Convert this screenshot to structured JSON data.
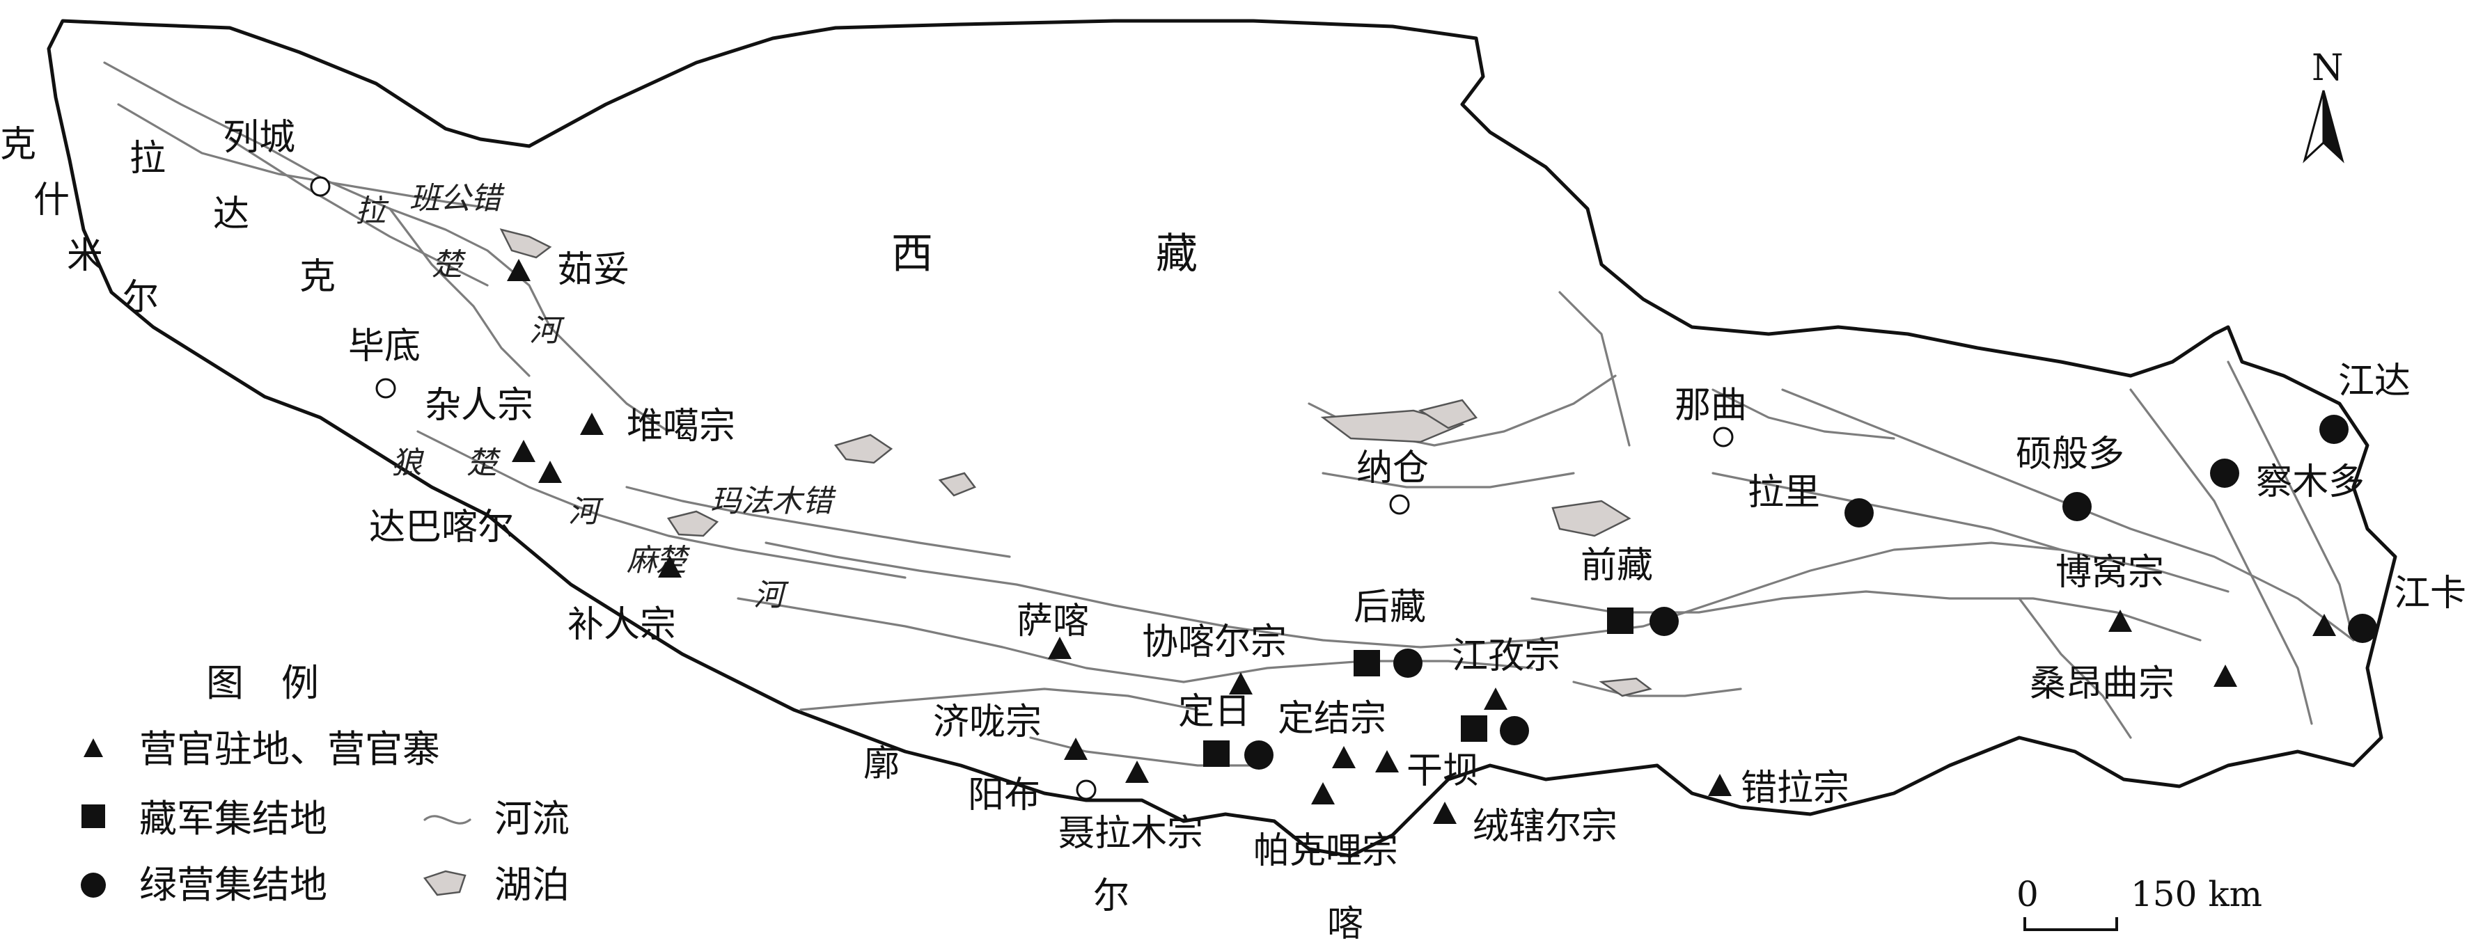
{
  "region_labels": {
    "xizang_1": "西",
    "xizang_2": "藏",
    "kashmir": [
      "克",
      "什",
      "米",
      "尔"
    ],
    "ladakh": [
      "拉",
      "达",
      "克"
    ],
    "nepal": [
      "廓",
      "尔",
      "喀"
    ]
  },
  "towns": {
    "liecheng": "列城",
    "bidi": "毕底",
    "yangbu": "阳布",
    "naqu": "那曲",
    "nacang": "纳仓"
  },
  "rivers": {
    "la": "拉",
    "chu1": "楚",
    "he1": "河",
    "lang": "狼",
    "chu2": "楚",
    "he2": "河",
    "ma": "麻",
    "chu3": "楚",
    "he3": "河"
  },
  "lakes": {
    "bangong": "班公错",
    "mafamu": "玛法木错"
  },
  "camps": {
    "rutuo": "茹妥",
    "duigazong": "堆噶宗",
    "zarenzong": "杂人宗",
    "dabakaer": "达巴喀尔",
    "burenzong": "补人宗",
    "sajia": "萨喀",
    "jilongzong": "济咙宗",
    "nielamuzong": "聂拉木宗",
    "dingri": "定日",
    "xiekaerzong": "协喀尔宗",
    "houzang": "后藏",
    "dingjiezong": "定结宗",
    "pakelizong": "帕克哩宗",
    "ganba": "干坝",
    "jiangzizong": "江孜宗",
    "rongxiaerzong": "绒辖尔宗",
    "qianzang": "前藏",
    "cuolazong": "错拉宗",
    "lali": "拉里",
    "shuobanduo": "硕般多",
    "bowozong": "博窝宗",
    "sangangquzong": "桑昂曲宗",
    "chamuduo": "察木多",
    "jiangda": "江达",
    "jiangka": "江卡"
  },
  "legend": {
    "title": "图　例",
    "camp_post": "营官驻地、营官寨",
    "tibetan_army": "藏军集结地",
    "green_army": "绿营集结地",
    "river": "河流",
    "lake": "湖泊"
  },
  "scale": {
    "zero": "0",
    "value": "150 km"
  },
  "north_arrow": {
    "label": "N"
  },
  "colors": {
    "border": "#111111",
    "river": "#7d7d7d",
    "lake": "#d6d1cf",
    "marker": "#111111"
  }
}
